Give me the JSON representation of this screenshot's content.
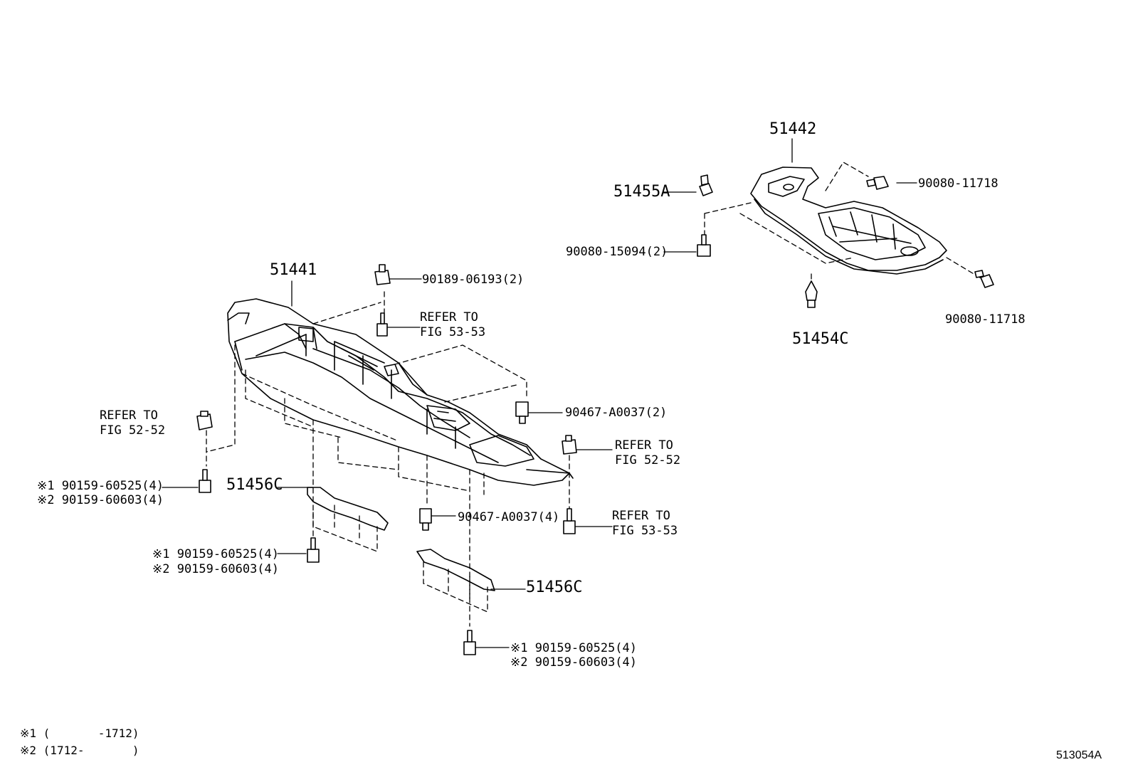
{
  "labels": {
    "p51442": "51442",
    "p51455a": "51455A",
    "p90080_11718_top": "90080-11718",
    "p90080_15094": "90080-15094(2)",
    "p90080_11718_bot": "90080-11718",
    "p51454c": "51454C",
    "p51441": "51441",
    "p90189": "90189-06193(2)",
    "refer_53_top_1": "REFER TO",
    "refer_53_top_2": "FIG 53-53",
    "refer_52_left_1": "REFER TO",
    "refer_52_left_2": "FIG 52-52",
    "p90467_2": "90467-A0037(2)",
    "refer_52_right_1": "REFER TO",
    "refer_52_right_2": "FIG 52-52",
    "bolt_left_1": "※1 90159-60525(4)",
    "bolt_left_2": "※2 90159-60603(4)",
    "p51456c_a": "51456C",
    "p90467_4": "90467-A0037(4)",
    "refer_53_right_1": "REFER TO",
    "refer_53_right_2": "FIG 53-53",
    "bolt_mid_1": "※1 90159-60525(4)",
    "bolt_mid_2": "※2 90159-60603(4)",
    "p51456c_b": "51456C",
    "bolt_bot_1": "※1 90159-60525(4)",
    "bolt_bot_2": "※2 90159-60603(4)",
    "note_1": "※1 (       -1712)",
    "note_2": "※2 (1712-       )",
    "diagram_id": "513054A"
  }
}
